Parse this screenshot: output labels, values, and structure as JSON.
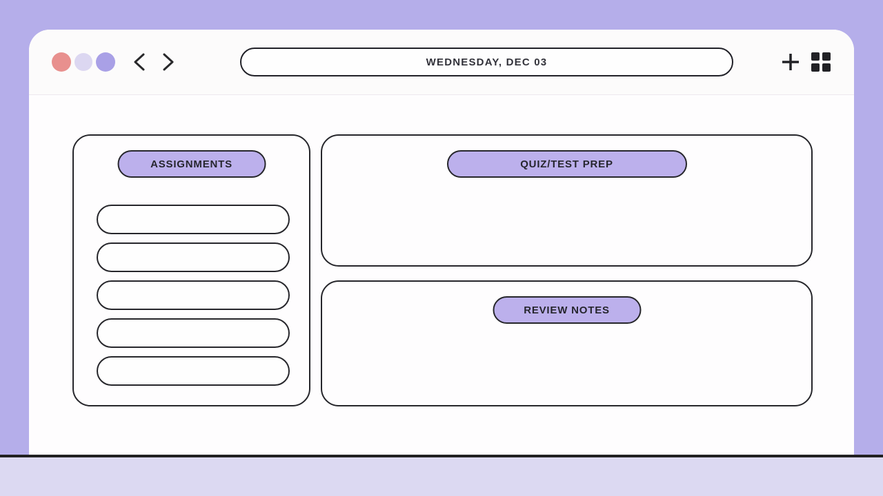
{
  "window": {
    "traffic_lights": [
      {
        "name": "close",
        "color": "#e8908e"
      },
      {
        "name": "minimize",
        "color": "#dcd7f1"
      },
      {
        "name": "maximize",
        "color": "#a9a0e6"
      }
    ],
    "address_bar": {
      "text": "WEDNESDAY, DEC 03"
    },
    "icons": {
      "back": "chevron-left",
      "forward": "chevron-right",
      "new_tab": "plus",
      "apps": "grid-2x2"
    }
  },
  "panels": {
    "assignments": {
      "title": "ASSIGNMENTS",
      "rows": 5
    },
    "quiz": {
      "title": "QUIZ/TEST PREP"
    },
    "review": {
      "title": "REVIEW NOTES"
    }
  },
  "colors": {
    "page_background": "#b5aeea",
    "bottom_strip": "#dcd9f2",
    "divider": "#212121",
    "window_background": "#fefdfe",
    "outline": "#26262b",
    "pill_fill": "#bcb0ec",
    "text": "#26262e"
  }
}
